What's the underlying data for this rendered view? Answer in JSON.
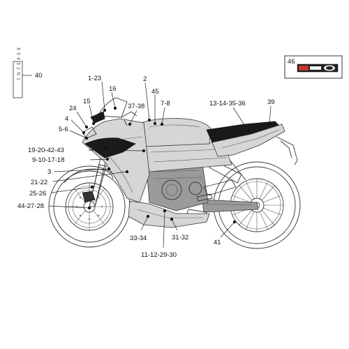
{
  "side_strip": {
    "text": "6 5 4 3 2 N 1",
    "ref": "40"
  },
  "labels": {
    "l_1_23": "1-23",
    "l_16": "16",
    "l_2": "2",
    "l_45": "45",
    "l_15": "15",
    "l_24": "24",
    "l_37_38": "37-38",
    "l_7_8": "7-8",
    "l_13_14_35_36": "13-14-35-36",
    "l_39": "39",
    "l_4": "4",
    "l_5_6": "5-6",
    "l_19_20_42_43": "19-20-42-43",
    "l_9_10_17_18": "9-10-17-18",
    "l_3": "3",
    "l_21_22": "21-22",
    "l_25_26": "25-26",
    "l_44_27_28": "44-27-28",
    "l_33_34": "33-34",
    "l_31_32": "31-32",
    "l_11_12_29_30": "11-12-29-30",
    "l_41": "41"
  },
  "decal_box": {
    "ref": "46"
  }
}
